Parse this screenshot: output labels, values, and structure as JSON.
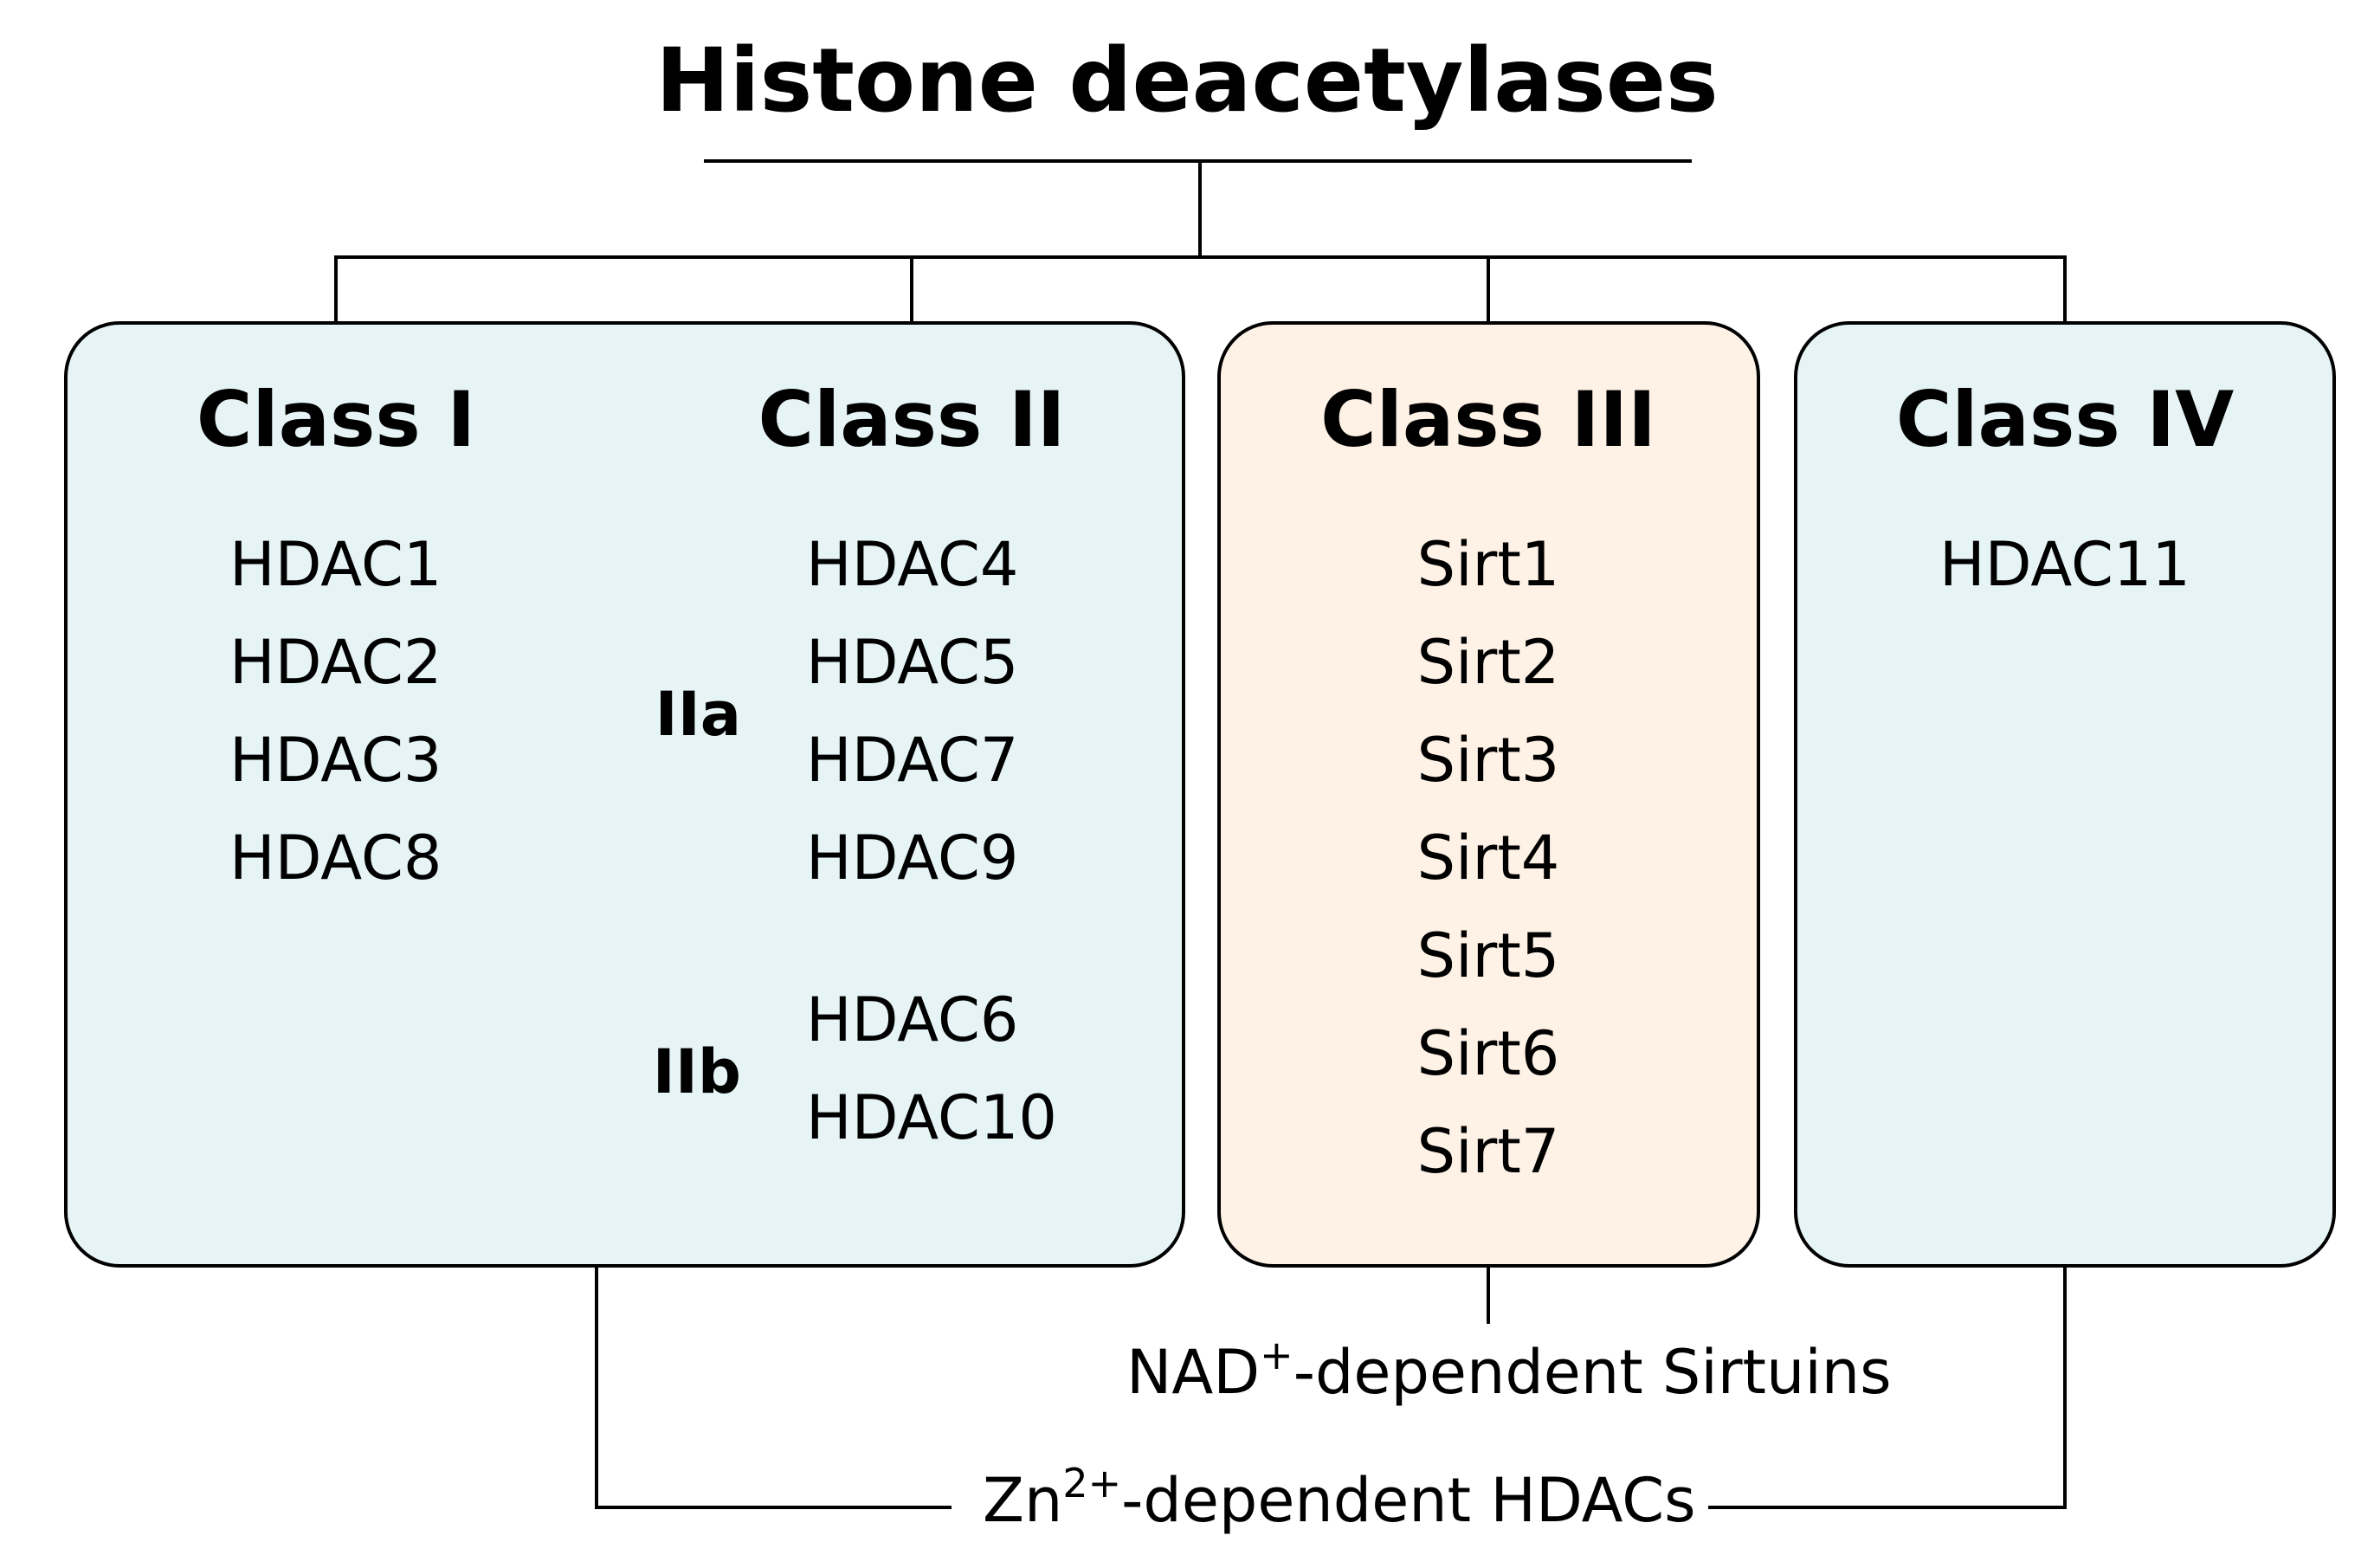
{
  "title": "Histone deacetylases",
  "colors": {
    "zn_class_fill": "#E6F4F5",
    "sirtuin_class_fill": "#FEF2E6",
    "line": "#000000"
  },
  "classes": {
    "class1": {
      "heading": "Class I",
      "members": [
        "HDAC1",
        "HDAC2",
        "HDAC3",
        "HDAC8"
      ]
    },
    "class2": {
      "heading": "Class II",
      "subclasses": [
        {
          "label": "IIa",
          "members": [
            "HDAC4",
            "HDAC5",
            "HDAC7",
            "HDAC9"
          ]
        },
        {
          "label": "IIb",
          "members": [
            "HDAC6",
            "HDAC10"
          ]
        }
      ]
    },
    "class3": {
      "heading": "Class III",
      "members": [
        "Sirt1",
        "Sirt2",
        "Sirt3",
        "Sirt4",
        "Sirt5",
        "Sirt6",
        "Sirt7"
      ]
    },
    "class4": {
      "heading": "Class IV",
      "members": [
        "HDAC11"
      ]
    }
  },
  "groups": {
    "sirtuins": {
      "base": "NAD",
      "sup": "+",
      "rest": "-dependent Sirtuins"
    },
    "zinc": {
      "base": "Zn",
      "sup": "2+",
      "rest": "-dependent HDACs"
    }
  }
}
